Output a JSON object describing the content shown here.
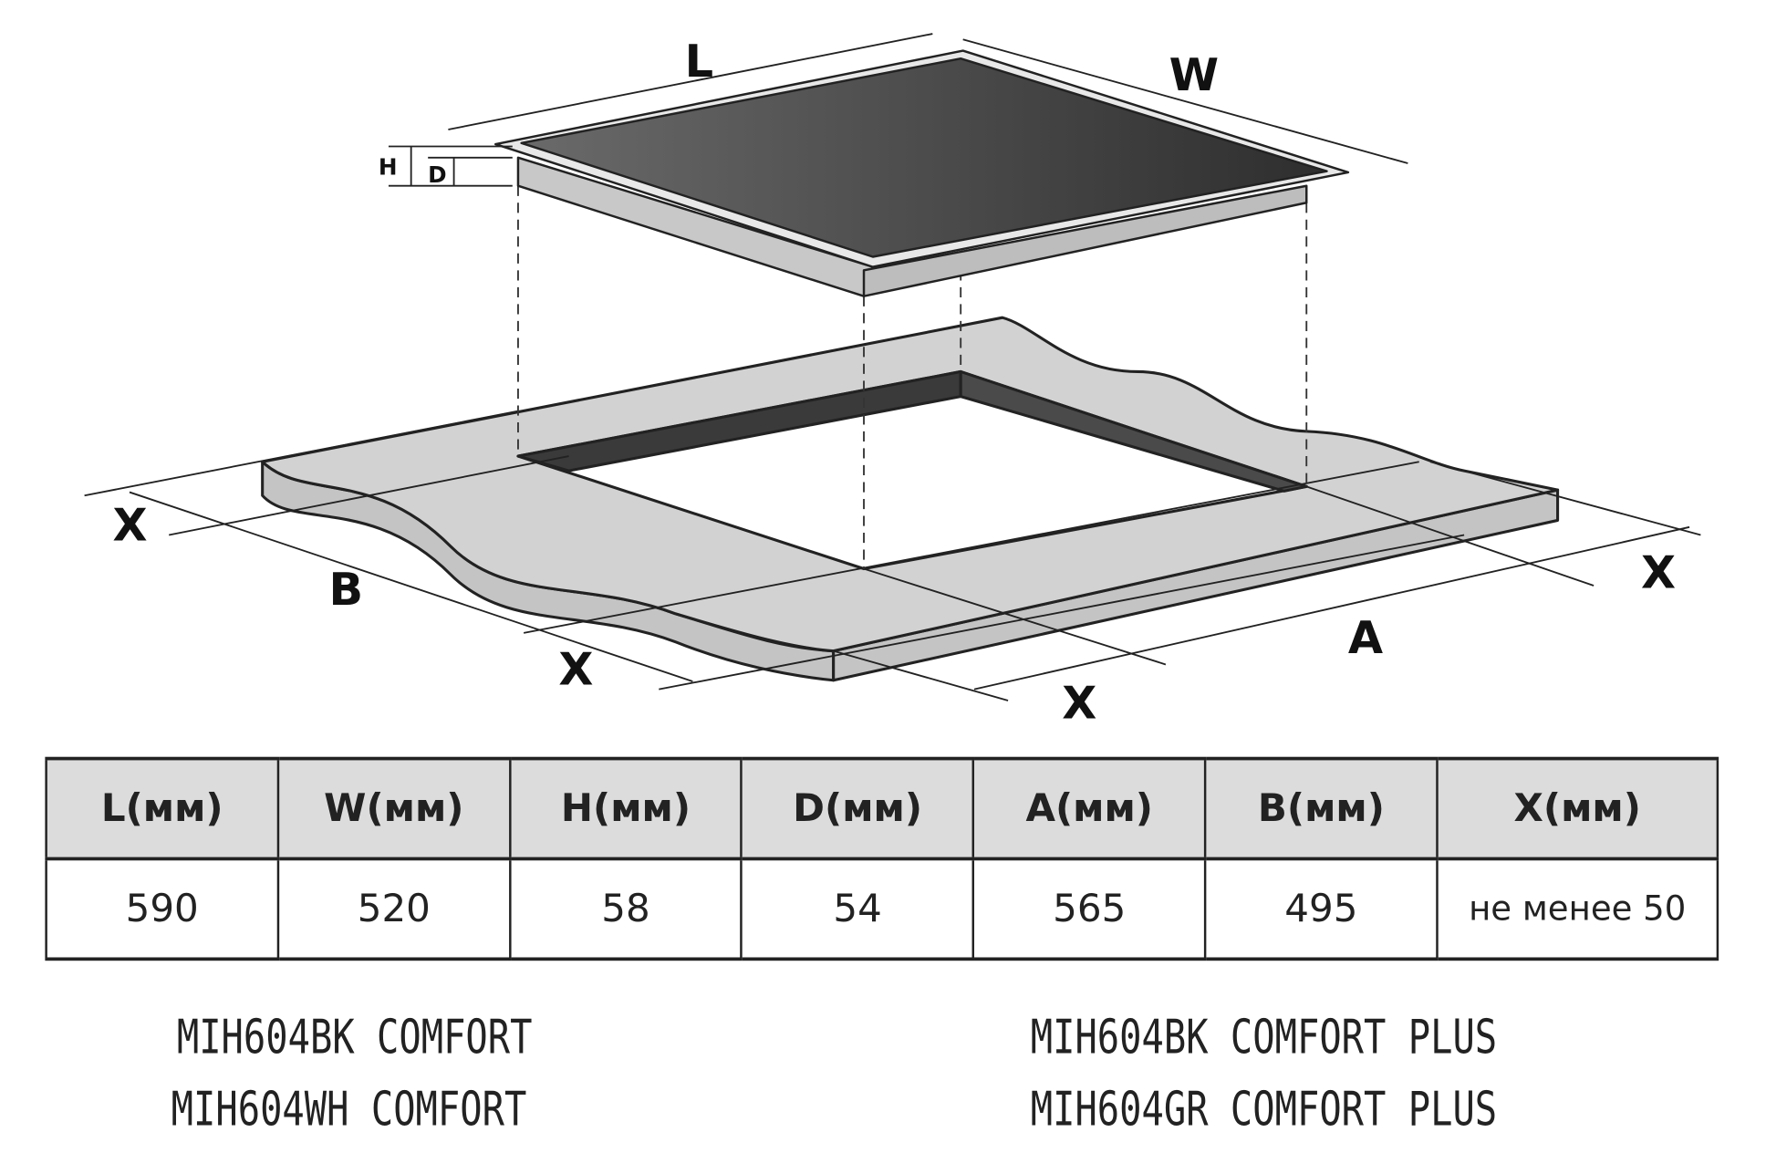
{
  "diagram": {
    "labels": {
      "L": "L",
      "W": "W",
      "H": "H",
      "D": "D",
      "A": "A",
      "B": "B",
      "X": "X"
    }
  },
  "table": {
    "headers": [
      "L(мм)",
      "W(мм)",
      "H(мм)",
      "D(мм)",
      "A(мм)",
      "B(мм)",
      "X(мм)"
    ],
    "values": [
      "590",
      "520",
      "58",
      "54",
      "565",
      "495",
      "не менее 50"
    ]
  },
  "models": {
    "left": [
      "MIH604BK COMFORT",
      "MIH604WH COMFORT"
    ],
    "right": [
      "MIH604BK COMFORT PLUS",
      "MIH604GR COMFORT PLUS"
    ]
  }
}
